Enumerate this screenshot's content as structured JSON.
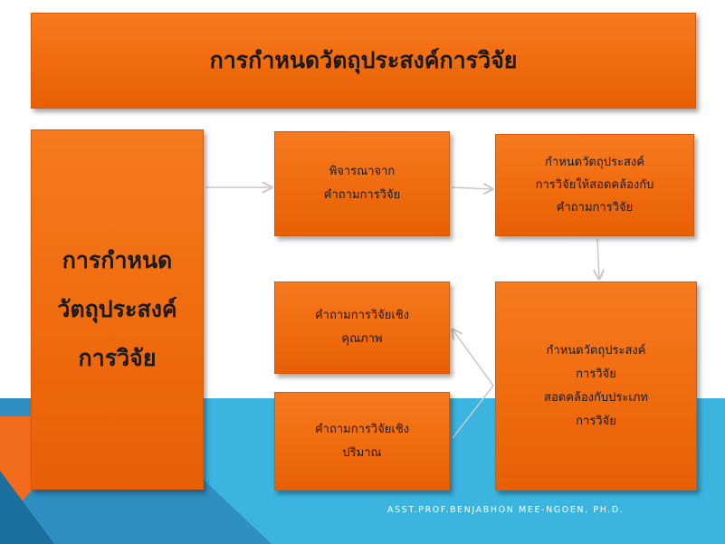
{
  "title": "การกำหนดวัตถุประสงค์การวิจัย",
  "main_box": {
    "lines": [
      "การกำหนด",
      "วัตถุประสงค์",
      "การวิจัย"
    ]
  },
  "consider_box": {
    "lines": [
      "พิจารณาจาก",
      "คำถามการวิจัย"
    ]
  },
  "align_question_box": {
    "lines": [
      "กำหนดวัตถุประสงค์",
      "การวิจัยให้สอดคล้องกับ",
      "คำถามการวิจัย"
    ]
  },
  "qualitative_box": {
    "lines": [
      "คำถามการวิจัยเชิง",
      "คุณภาพ"
    ]
  },
  "quantitative_box": {
    "lines": [
      "คำถามการวิจัยเชิง",
      "ปริมาณ"
    ]
  },
  "align_type_box": {
    "lines": [
      "กำหนดวัตถุประสงค์",
      "การวิจัย",
      "สอดคล้องกับประเภท",
      "การวิจัย"
    ]
  },
  "credit": "ASST.PROF.BENJABHON MEE-NGOEN, PH.D.",
  "colors": {
    "box_orange": "#ef6a0c",
    "band_blue": "#3cb4e0",
    "corner_orange": "#f26b1d",
    "corner_dark_blue": "#1a6f9e",
    "arrow_gray": "#c8c8c8"
  }
}
